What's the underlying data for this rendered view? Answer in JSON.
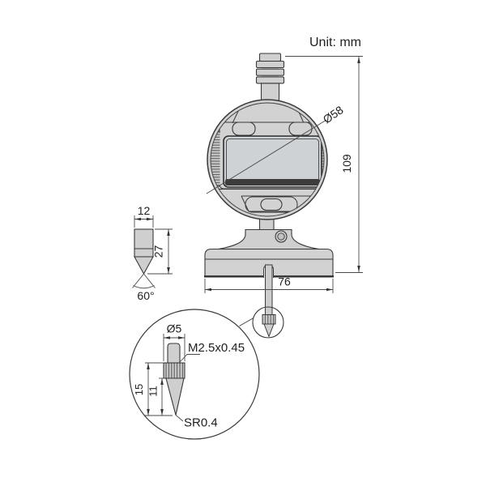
{
  "meta": {
    "unit_label": "Unit: mm",
    "drawing_type": "digital depth gauge dimension drawing"
  },
  "colors": {
    "part_fill": "#d2d2d2",
    "part_fill_dark": "#c6c6c6",
    "outline": "#3a3a3a",
    "dim_line": "#4a4a4a",
    "display_band": "#3c3c3c",
    "text": "#1f1f1f"
  },
  "main_view": {
    "bezel_diameter": "Ø58",
    "total_height": "109",
    "base_width": "76"
  },
  "contact_point_view": {
    "width": "12",
    "length": "27",
    "tip_angle": "60°"
  },
  "detail_view": {
    "collar_diameter": "Ø5",
    "thread_spec": "M2.5x0.45",
    "total_length": "15",
    "cone_length": "11",
    "tip_radius": "SR0.4"
  }
}
